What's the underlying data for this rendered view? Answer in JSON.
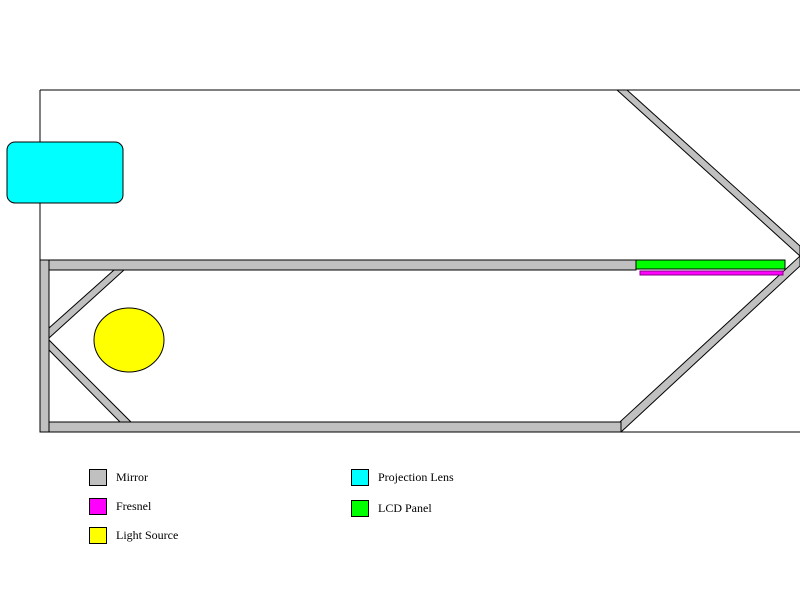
{
  "colors": {
    "mirror": "#c0c0c0",
    "fresnel": "#ff00ff",
    "fresnel_line": "#800080",
    "light_source": "#ffff00",
    "projection_lens": "#00ffff",
    "lcd_panel": "#00ff00",
    "outline": "#000000",
    "background": "#ffffff"
  },
  "legend": {
    "mirror": {
      "label": "Mirror",
      "color": "#c0c0c0"
    },
    "fresnel": {
      "label": "Fresnel",
      "color": "#ff00ff"
    },
    "light_source": {
      "label": "Light Source",
      "color": "#ffff00"
    },
    "projection_lens": {
      "label": "Projection Lens",
      "color": "#00ffff"
    },
    "lcd_panel": {
      "label": "LCD Panel",
      "color": "#00ff00"
    }
  }
}
